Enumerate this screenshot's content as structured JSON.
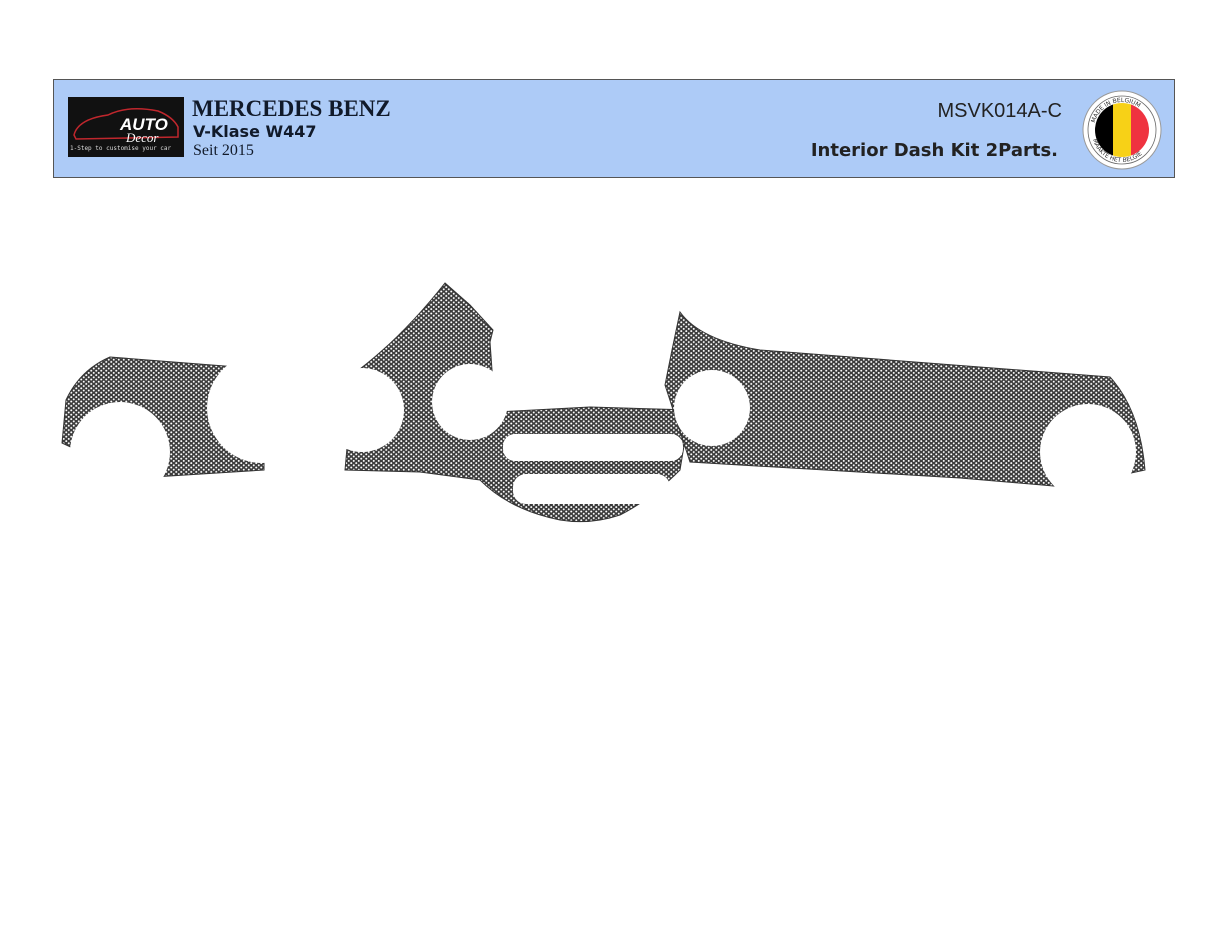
{
  "header": {
    "logo": {
      "name": "AUTO",
      "sub": "Decor",
      "tagline": "1-Step to customise your car"
    },
    "brand": "MERCEDES BENZ",
    "model": "V-Klase W447",
    "since": "Seit 2015",
    "product_code": "MSVK014A-C",
    "kit_title": "Interior Dash Kit  2Parts.",
    "badge": {
      "top_text": "MADE IN BELGIUM",
      "bottom_text": "MAAKTE HET BELGIE",
      "colors": [
        "#000000",
        "#f7d117",
        "#ef3340"
      ]
    }
  },
  "colors": {
    "header_bg": "#adcbf7",
    "pattern": "#3a3a3a"
  }
}
